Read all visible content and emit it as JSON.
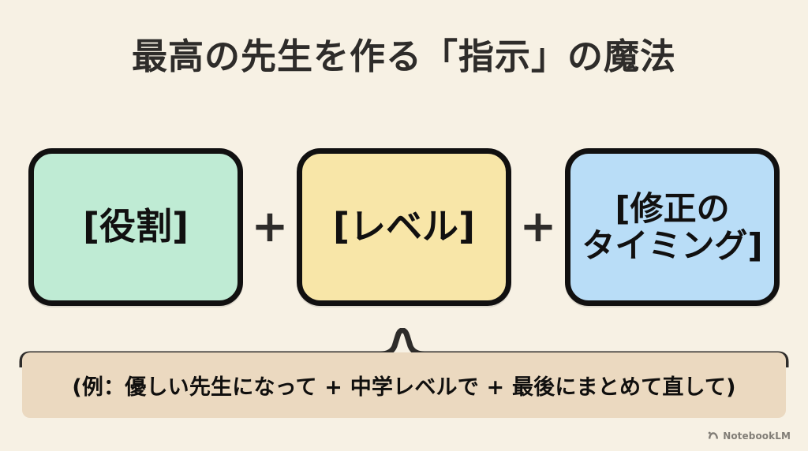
{
  "slide": {
    "background_color": "#F7F1E4",
    "title": "最高の先生を作る「指示」の魔法"
  },
  "formula": {
    "operator": "+",
    "terms": [
      {
        "label": "[役割]",
        "color": "#BFEBD4",
        "name": "role"
      },
      {
        "label": "[レベル]",
        "color": "#F8E6A8",
        "name": "level"
      },
      {
        "label": "[修正の\nタイミング]",
        "line1": "[修正の",
        "line2": "タイミング]",
        "color": "#B9DDF7",
        "name": "timing"
      }
    ]
  },
  "example": {
    "text": "(例：優しい先生になって + 中学レベルで + 最後にまとめて直して)",
    "background_color": "#EBD9C0"
  },
  "watermark": {
    "label": "NotebookLM",
    "icon": "notebooklm-logo-icon"
  }
}
